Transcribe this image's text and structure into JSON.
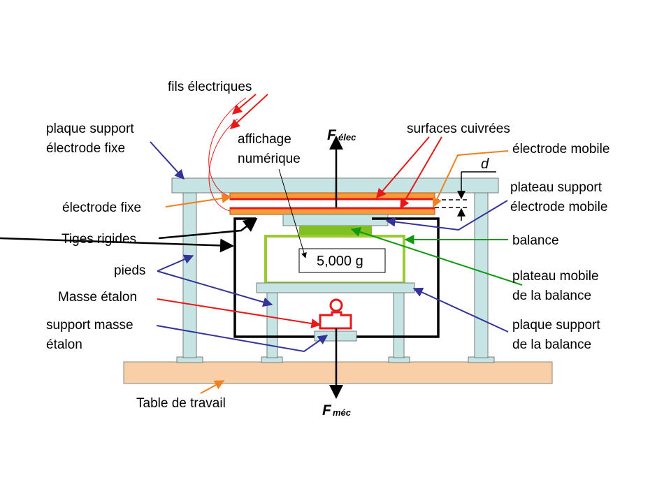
{
  "labels": {
    "fils_electriques": "fils électriques",
    "plaque_support_fixe_1": "plaque support",
    "plaque_support_fixe_2": "électrode fixe",
    "affichage_1": "affichage",
    "affichage_2": "numérique",
    "surfaces_cuivrees": "surfaces cuivrées",
    "electrode_mobile": "électrode mobile",
    "plateau_support_1": "plateau support",
    "plateau_support_2": "électrode mobile",
    "electrode_fixe": "électrode fixe",
    "tiges_rigides": "Tiges rigides",
    "balance": "balance",
    "pieds": "pieds",
    "plateau_mobile_1": "plateau mobile",
    "plateau_mobile_2": "de la balance",
    "masse_etalon": "Masse étalon",
    "support_masse_1": "support masse",
    "support_masse_2": "étalon",
    "plaque_balance_1": "plaque support",
    "plaque_balance_2": "de la balance",
    "table_travail": "Table de travail",
    "distance": "d"
  },
  "forces": {
    "elec_main": "F",
    "elec_sub": "élec",
    "mec_main": "F",
    "mec_sub": "méc"
  },
  "display": {
    "reading": "5,000 g"
  },
  "colors": {
    "structure_fill": "#c6e4e4",
    "table_fill": "#f8cfa6",
    "electrode_fill": "#f39c3c",
    "copper": "#e81818",
    "balance_green": "#99cc33",
    "balance_block": "#80c020",
    "arrow_blue": "#33339a",
    "arrow_red": "#e81818",
    "arrow_orange": "#f08020",
    "arrow_green": "#119911"
  }
}
